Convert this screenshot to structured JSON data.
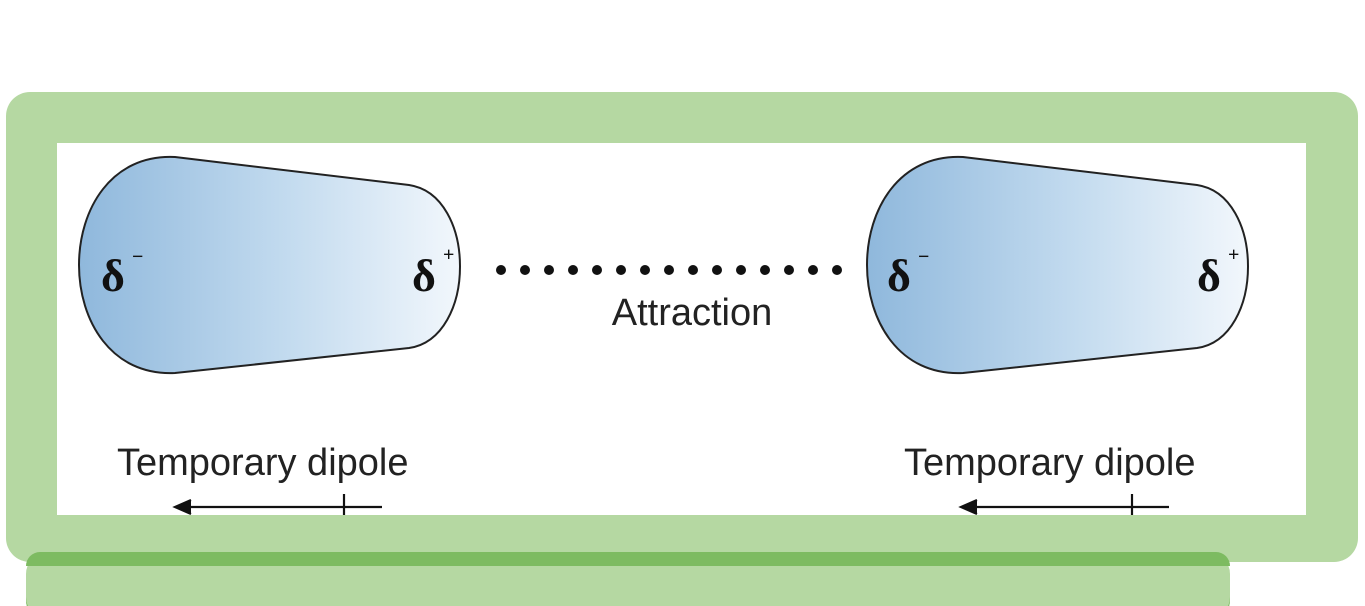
{
  "molecules": [
    {
      "negative_pole": "δ",
      "negative_sign": "−",
      "positive_pole": "δ",
      "positive_sign": "+",
      "caption": "Temporary dipole"
    },
    {
      "negative_pole": "δ",
      "negative_sign": "−",
      "positive_pole": "δ",
      "positive_sign": "+",
      "caption": "Temporary dipole"
    }
  ],
  "attraction_label": "Attraction",
  "colors": {
    "frame": "#b5d8a2",
    "frame_dark": "#7dbb61",
    "molecule_dark": "#8fb8dc",
    "molecule_light": "#f2f7fc",
    "outline": "#222222"
  }
}
